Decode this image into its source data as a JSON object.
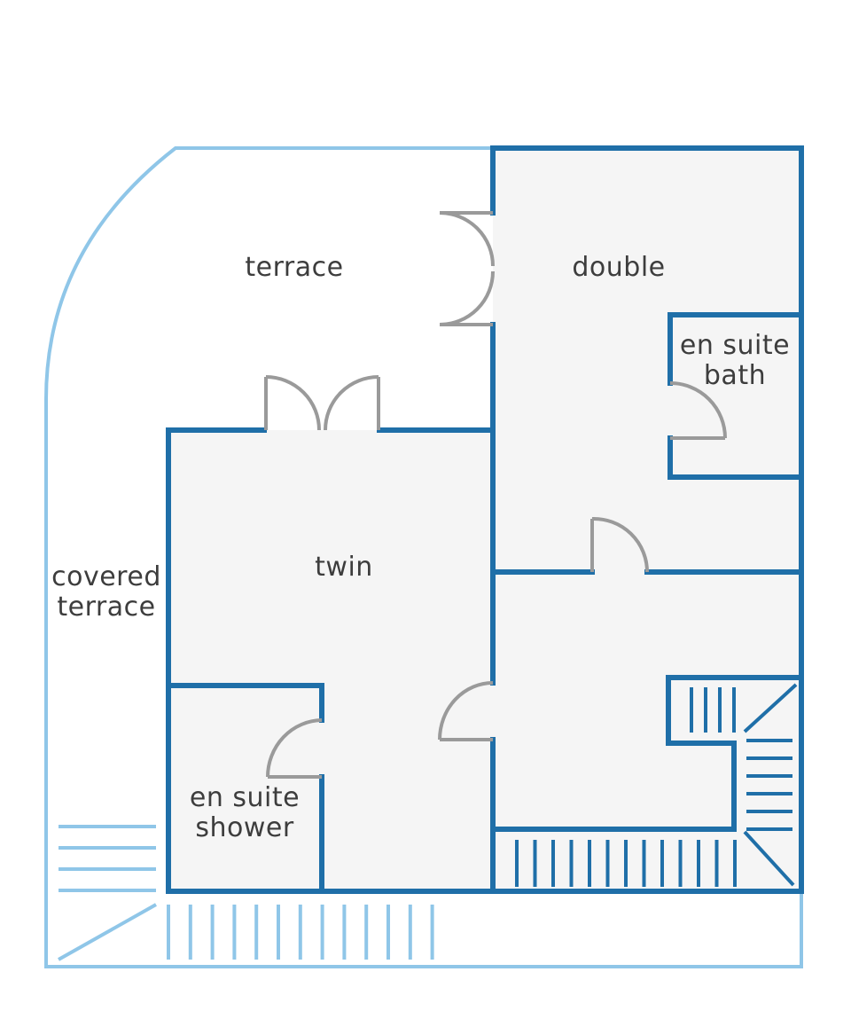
{
  "colors": {
    "wall": "#1f6fa8",
    "outline": "#8fc6e8",
    "door": "#9a9a9a",
    "floor": "#f5f5f5",
    "text": "#3d3d3d",
    "background": "#ffffff"
  },
  "rooms": {
    "terrace": {
      "label": "terrace"
    },
    "double": {
      "label": "double"
    },
    "en_suite_bath": {
      "line1": "en suite",
      "line2": "bath"
    },
    "twin": {
      "label": "twin"
    },
    "covered_terrace": {
      "line1": "covered",
      "line2": "terrace"
    },
    "en_suite_shower": {
      "line1": "en suite",
      "line2": "shower"
    }
  }
}
